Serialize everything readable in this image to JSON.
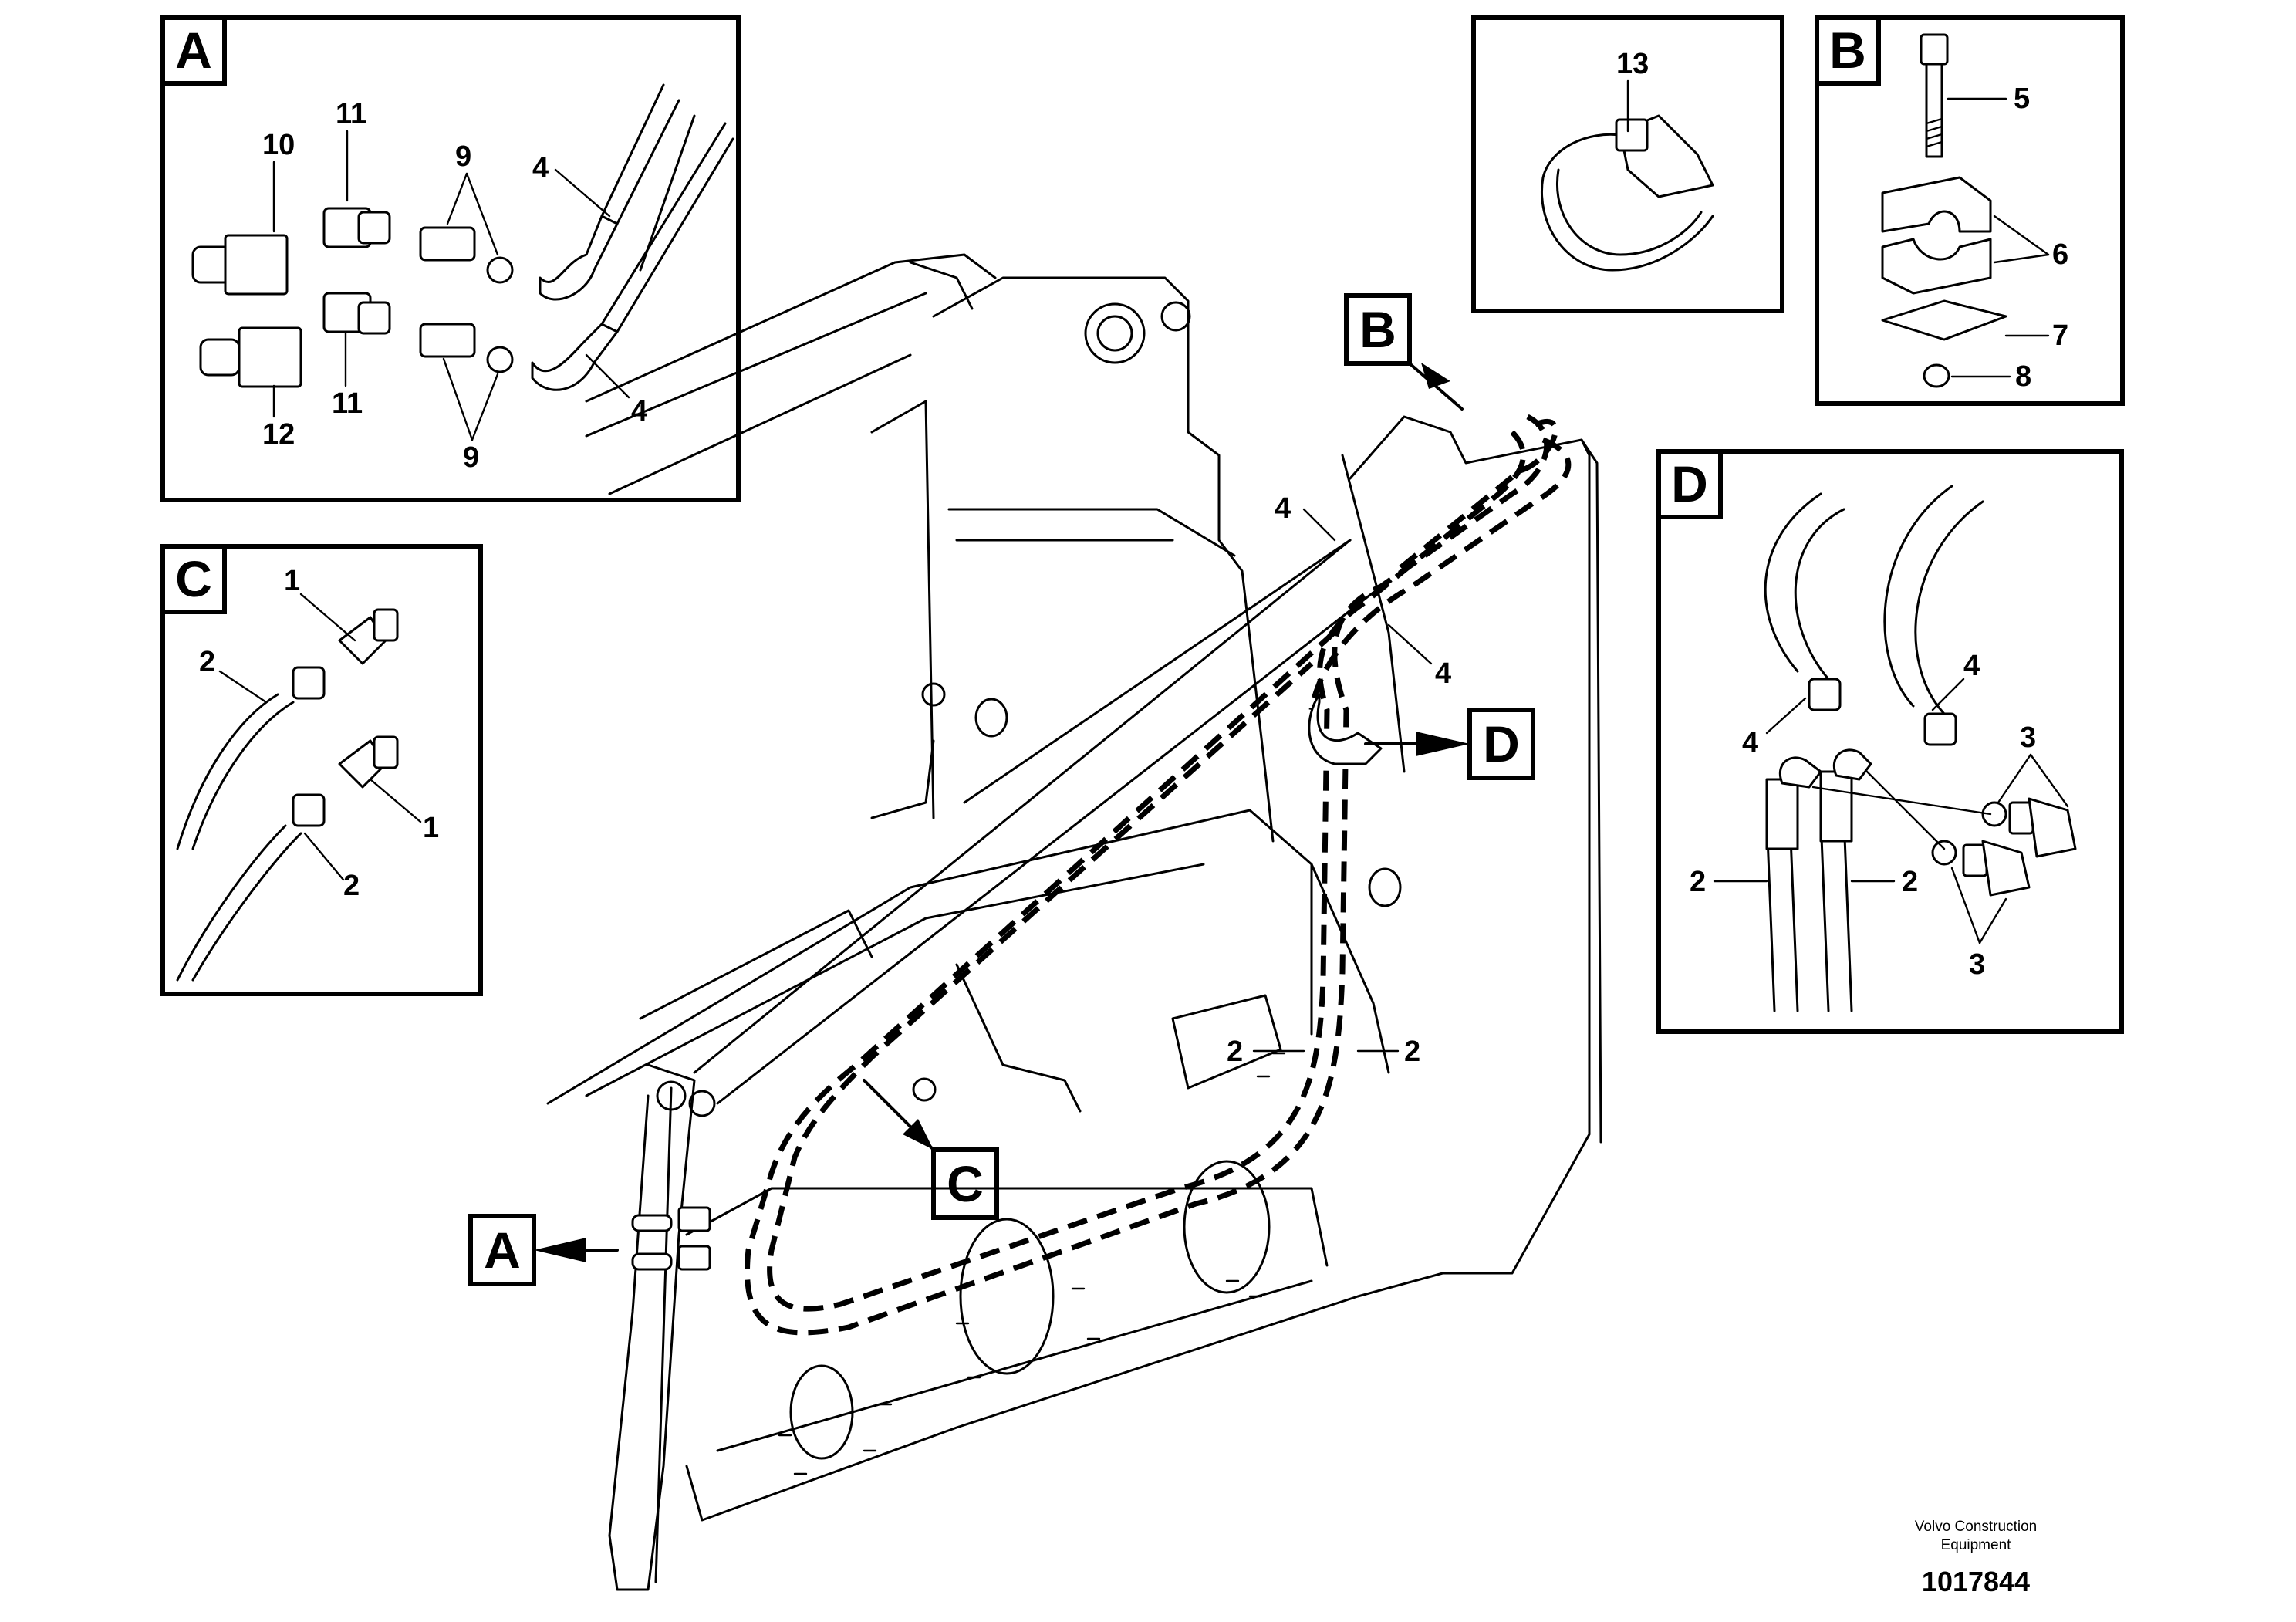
{
  "detail_panels": {
    "A": {
      "title": "A",
      "labels": [
        "10",
        "11",
        "9",
        "4",
        "12",
        "11",
        "9",
        "4"
      ]
    },
    "B": {
      "title": "B",
      "labels": [
        "5",
        "6",
        "7",
        "8"
      ]
    },
    "C": {
      "title": "C",
      "labels": [
        "1",
        "2",
        "1",
        "2"
      ]
    },
    "D": {
      "title": "D",
      "labels": [
        "4",
        "4",
        "3",
        "2",
        "2",
        "3"
      ]
    },
    "clamp": {
      "labels": [
        "13"
      ]
    }
  },
  "main_view": {
    "callouts": [
      "A",
      "B",
      "C",
      "D"
    ],
    "labels": [
      "4",
      "4",
      "2",
      "2"
    ]
  },
  "footer": {
    "company_line1": "Volvo Construction",
    "company_line2": "Equipment",
    "drawing_number": "1017844"
  }
}
